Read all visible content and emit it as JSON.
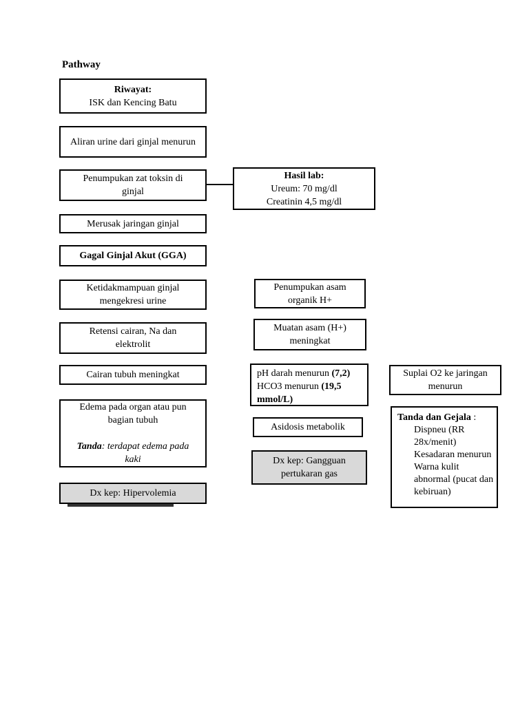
{
  "page": {
    "title": "Pathway"
  },
  "colors": {
    "page_bg": "#ffffff",
    "box_border": "#000000",
    "gray_fill": "#d9d9d9"
  },
  "left_column": {
    "riwayat": {
      "heading": "Riwayat:",
      "body": "ISK dan Kencing Batu"
    },
    "aliran_urine": {
      "text": "Aliran urine dari ginjal menurun"
    },
    "penumpukan_toksin": {
      "text": "Penumpukan zat toksin di ginjal"
    },
    "merusak_jaringan": {
      "text": "Merusak jaringan ginjal"
    },
    "gga": {
      "text": "Gagal Ginjal Akut (GGA)"
    },
    "ketidakmampuan": {
      "text": "Ketidakmampuan ginjal mengekresi urine"
    },
    "retensi": {
      "text": "Retensi cairan, Na dan elektrolit"
    },
    "cairan_tubuh": {
      "text": "Cairan tubuh meningkat"
    },
    "edema": {
      "body": "Edema pada organ atau pun bagian tubuh",
      "tanda_label": "Tanda",
      "tanda_rest": ": terdapat edema pada kaki"
    },
    "dx_hipervolemia": {
      "text": "Dx kep: Hipervolemia"
    }
  },
  "lab_box": {
    "heading": "Hasil lab:",
    "lines": [
      "Ureum: 70 mg/dl",
      "Creatinin 4,5 mg/dl"
    ]
  },
  "middle_column": {
    "penumpukan_asam": {
      "text": "Penumpukan asam organik H+"
    },
    "muatan_asam": {
      "text": "Muatan asam (H+) meningkat"
    },
    "ph_box": {
      "line1_normal": "pH darah menurun ",
      "line1_bold": "(7,2)",
      "line2_normal": "HCO3 menurun ",
      "line2_bold": "(19,5 mmol/L)"
    },
    "asidosis": {
      "text": "Asidosis metabolik"
    },
    "dx_gangguan": {
      "text": "Dx kep: Gangguan pertukaran gas"
    }
  },
  "right_column": {
    "suplai_o2": {
      "text": "Suplai O2 ke jaringan menurun"
    },
    "tanda_gejala": {
      "heading": "Tanda dan Gejala",
      "heading_suffix": " :",
      "items": [
        "Dispneu (RR 28x/menit)",
        "Kesadaran menurun",
        "Warna kulit abnormal (pucat dan kebiruan)"
      ]
    }
  }
}
